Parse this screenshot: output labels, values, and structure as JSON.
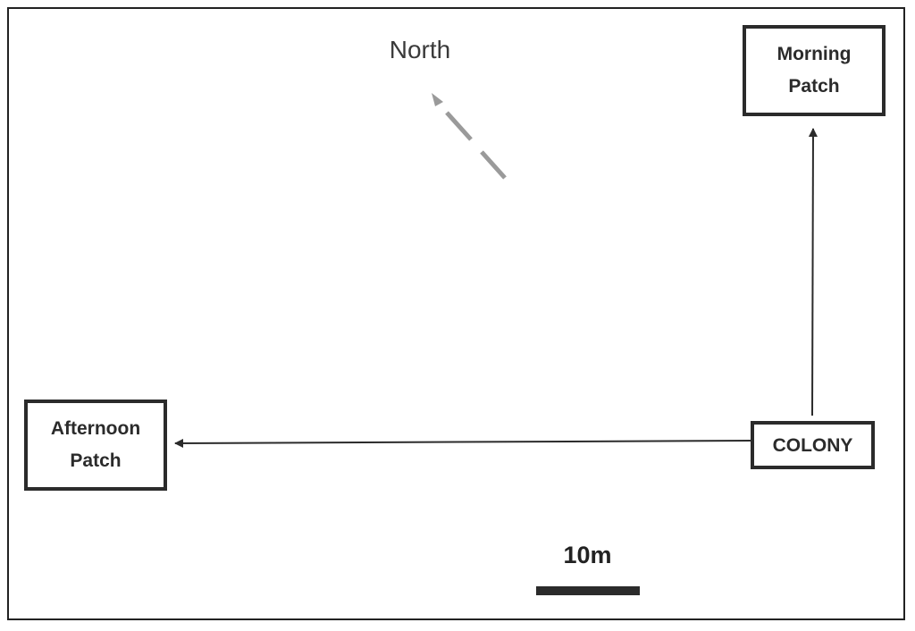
{
  "diagram": {
    "north_label": "North",
    "scale_label": "10m",
    "nodes": {
      "morning_patch": "Morning\nPatch",
      "afternoon_patch": "Afternoon\nPatch",
      "colony": "COLONY"
    },
    "edges": [
      {
        "from": "colony",
        "to": "morning_patch"
      },
      {
        "from": "colony",
        "to": "afternoon_patch"
      }
    ],
    "colors": {
      "line": "#2b2b2b",
      "north_arrow": "#9a9a9a"
    }
  }
}
